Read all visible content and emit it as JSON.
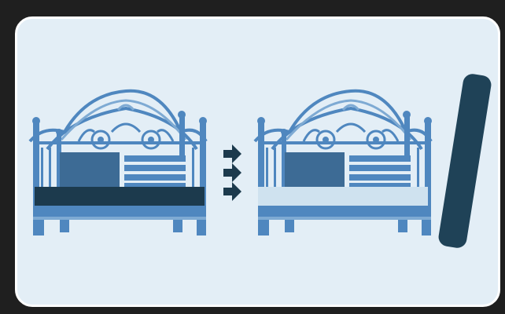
{
  "colors": {
    "frame": "#1f1f1f",
    "panel": "#e3eef6",
    "panel_border": "#ffffff",
    "bed_blue": "#4f87bf",
    "bed_light": "#7eaad3",
    "pillow_dark": "#3d6b95",
    "mattress_dark": "#1c3a4d",
    "mattress_light": "#cfe2ef",
    "arrow": "#1c3a4d",
    "rolled_mattress": "#1f4257"
  },
  "icons": {
    "bed_before": "daybed-with-dark-mattress",
    "arrows": "triple-right-arrow",
    "bed_after": "daybed-with-light-mattress",
    "removed_item": "rolled-mattress-topper"
  }
}
